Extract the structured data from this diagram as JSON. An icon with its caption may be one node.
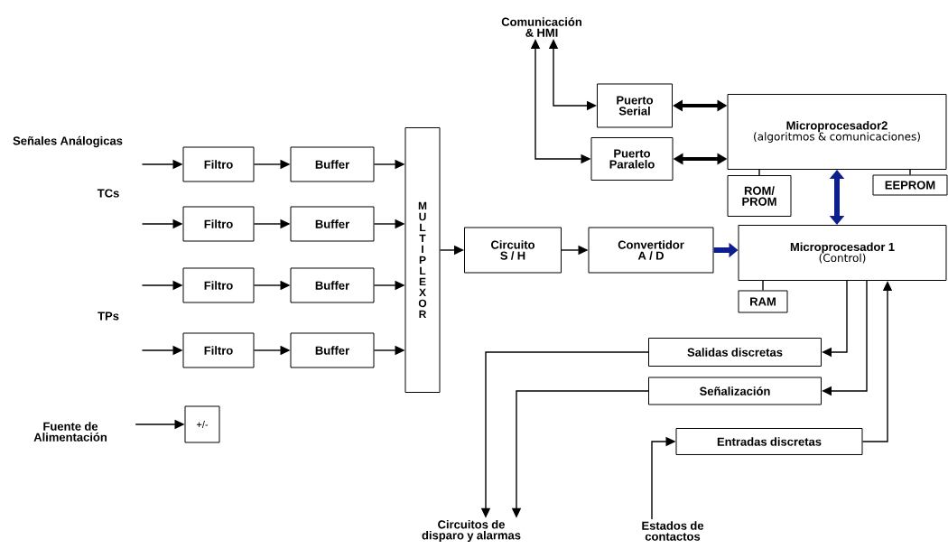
{
  "diagram": {
    "nodes": [
      {
        "text": [
          "Filtro"
        ]
      },
      {
        "text": [
          "Buffer"
        ]
      },
      {
        "text": [
          "Filtro"
        ]
      },
      {
        "text": [
          "Buffer"
        ]
      },
      {
        "text": [
          "Filtro"
        ]
      },
      {
        "text": [
          "Buffer"
        ]
      },
      {
        "text": [
          "Filtro"
        ]
      },
      {
        "text": [
          "Buffer"
        ]
      },
      {
        "text": [
          "M U L T I P L E X O R"
        ]
      },
      {
        "text": [
          "Fuente de Alimentación"
        ]
      },
      {
        "text": [
          "+/-"
        ]
      },
      {
        "text": [
          "Circuito S / H"
        ]
      },
      {
        "text": [
          "Convertidor A / D"
        ]
      },
      {
        "text": [
          "Microprocesador 1",
          "(Control)"
        ]
      },
      {
        "text": [
          "RAM"
        ]
      },
      {
        "text": [
          "Microprocesador2",
          "(algoritmos & comunicaciones)"
        ]
      },
      {
        "text": [
          "ROM/ PROM"
        ]
      },
      {
        "text": [
          "EEPROM"
        ]
      },
      {
        "text": [
          "Puerto Serial"
        ]
      },
      {
        "text": [
          "Puerto Paralelo"
        ]
      },
      {
        "text": [
          "Comunicación & HMI"
        ]
      },
      {
        "text": [
          "Salidas discretas"
        ]
      },
      {
        "text": [
          "Señalización"
        ]
      },
      {
        "text": [
          "Entradas discretas"
        ]
      },
      {
        "text": [
          "Circuitos de disparo y alarmas"
        ]
      },
      {
        "text": [
          "Estados de contactos"
        ]
      }
    ],
    "edges": [
      {
        "from": null,
        "to": 0,
        "arrow": "to"
      },
      {
        "from": null,
        "to": 2,
        "arrow": "to"
      },
      {
        "from": null,
        "to": 4,
        "arrow": "to"
      },
      {
        "from": null,
        "to": 6,
        "arrow": "to"
      },
      {
        "from": 0,
        "to": 1,
        "arrow": "to"
      },
      {
        "from": 2,
        "to": 3,
        "arrow": "to"
      },
      {
        "from": 4,
        "to": 5,
        "arrow": "to"
      },
      {
        "from": 6,
        "to": 7,
        "arrow": "to"
      },
      {
        "from": 1,
        "to": 8,
        "arrow": "to"
      },
      {
        "from": 3,
        "to": 8,
        "arrow": "to"
      },
      {
        "from": 5,
        "to": 8,
        "arrow": "to"
      },
      {
        "from": 7,
        "to": 8,
        "arrow": "to"
      },
      {
        "from": 9,
        "to": 10,
        "arrow": "to"
      },
      {
        "from": 8,
        "to": 11,
        "arrow": "to"
      },
      {
        "from": 11,
        "to": 12,
        "arrow": "to"
      },
      {
        "from": 12,
        "to": 13,
        "arrow": "to",
        "style": "thick",
        "color": "#0d1f8c"
      },
      {
        "from": 15,
        "to": 13,
        "arrow": "both",
        "style": "thick",
        "color": "#0d1f8c"
      },
      {
        "from": 18,
        "to": 15,
        "arrow": "both",
        "style": "thick"
      },
      {
        "from": 19,
        "to": 15,
        "arrow": "both",
        "style": "thick"
      },
      {
        "from": 20,
        "to": 18,
        "arrow": "both"
      },
      {
        "from": 20,
        "to": 19,
        "arrow": "both"
      },
      {
        "from": 13,
        "to": 14,
        "arrow": "none"
      },
      {
        "from": 15,
        "to": 16,
        "arrow": "none"
      },
      {
        "from": 15,
        "to": 17,
        "arrow": "none"
      },
      {
        "from": 13,
        "to": 21,
        "arrow": "to"
      },
      {
        "from": 13,
        "to": 22,
        "arrow": "to"
      },
      {
        "from": 23,
        "to": 13,
        "arrow": "to"
      },
      {
        "from": 21,
        "to": 24,
        "arrow": "to"
      },
      {
        "from": 22,
        "to": 24,
        "arrow": "to"
      },
      {
        "from": 25,
        "to": 23,
        "arrow": "to"
      }
    ],
    "labels": [
      "Señales Análogicas",
      "TCs",
      "TPs"
    ]
  }
}
